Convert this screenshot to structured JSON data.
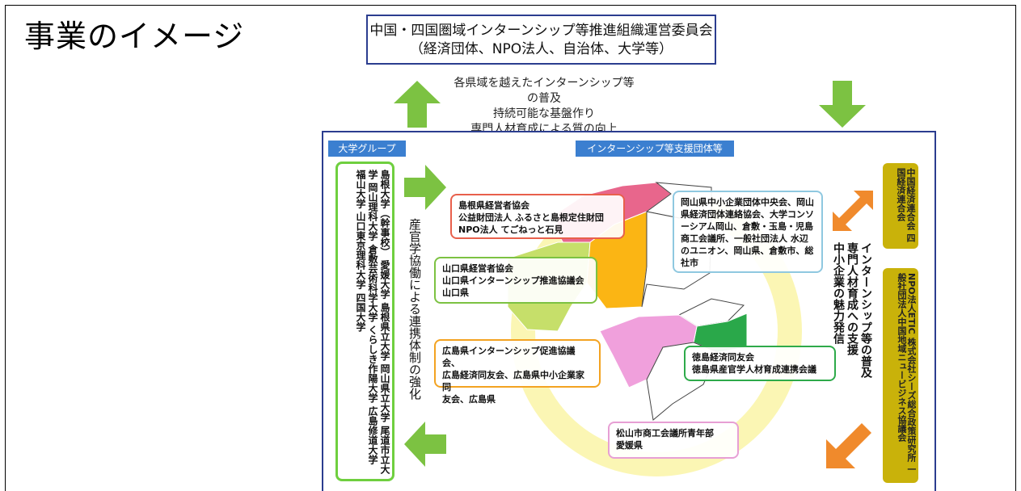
{
  "page_title": "事業のイメージ",
  "committee": {
    "line1": "中国・四国圏域インターンシップ等推進組織運営委員会",
    "line2": "（経済団体、NPO法人、自治体、大学等）"
  },
  "center_message": {
    "line1": "各県域を越えたインターンシップ等の普及",
    "line2": "持続可能な基盤作り",
    "line3": "専門人材育成による質の向上"
  },
  "tabs": {
    "university_group": "大学グループ",
    "support_orgs": "インターンシップ等支援団体等"
  },
  "universities_text": "島根大学（幹事校） 愛媛大学 島根県立大学 岡山県立大学 尾道市立大学 岡山理科大学 倉敷芸術科学大学 くらしき作陽大学 広島修道大学 福山大学 山口東京理科大学 四国大学",
  "collab_text": "産官学協働による連携体制の強化",
  "right_message": {
    "line1": "インターンシップ等の普及",
    "line2": "専門人材育成への支援",
    "line3": "中小企業の魅力発信"
  },
  "orgs": {
    "shimane": {
      "line1": "島根県経営者協会",
      "line2": "公益財団法人 ふるさと島根定住財団",
      "line3": "NPO法人 てごねっと石見",
      "border": "#e8604c"
    },
    "yamaguchi": {
      "line1": "山口県経営者協会",
      "line2": "山口県インターンシップ推進協議会",
      "line3": "山口県",
      "border": "#7cc242"
    },
    "hiroshima": {
      "line1": "広島県インターンシップ促進協議会、",
      "line2": "広島経済同友会、広島県中小企業家同",
      "line3": "友会、広島県",
      "border": "#f3a321"
    },
    "okayama": {
      "text": "岡山県中小企業団体中央会、岡山県経済団体連絡協会、大学コンソーシアム岡山、倉敷・玉島・児島商工会議所、一般社団法人 水辺のユニオン、岡山県、倉敷市、総社市",
      "border": "#8fc8e0"
    },
    "tokushima": {
      "line1": "徳島経済同友会",
      "line2": "徳島県産官学人材育成連携会議",
      "border": "#2eaa4a"
    },
    "matsuyama": {
      "line1": "松山市商工会議所青年部",
      "line2": "愛媛県",
      "border": "#e79fd4"
    }
  },
  "side_orgs": {
    "chugoku_shikoku": "中国経済連合会 四国経済連合会",
    "npo_etc": "NPO法人ETIC 株式会社シーズ総合政策研究所 一般社団法人中国地域ニュービジネス協議会"
  },
  "colors": {
    "arrow_green": "#7cc242",
    "arrow_orange": "#f08a2c",
    "panel_border": "#2b3d8f",
    "tab_blue": "#3b7fd0",
    "side_gold": "#c9b20a",
    "ring_yellow": "#f6f08a"
  }
}
